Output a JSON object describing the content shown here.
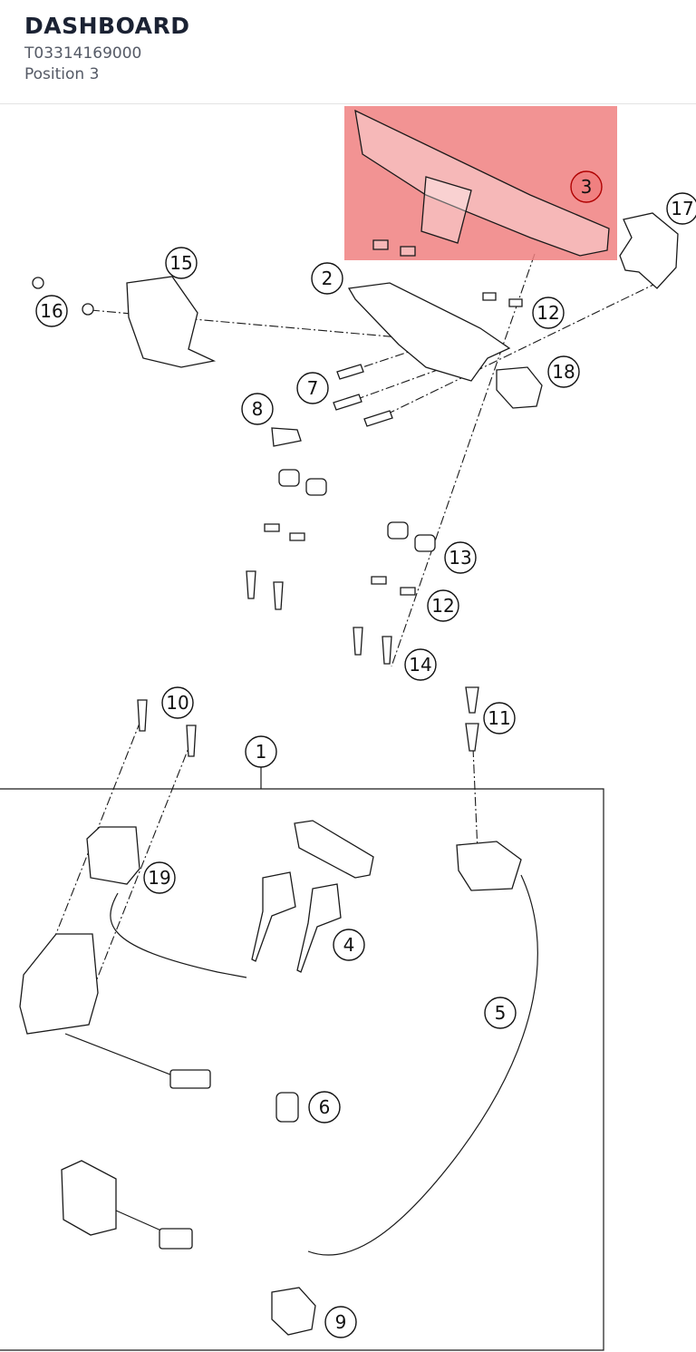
{
  "header": {
    "title": "DASHBOARD",
    "part_number": "T03314169000",
    "position": "Position 3"
  },
  "diagram": {
    "highlight_color": "#f08080",
    "callouts": [
      "1",
      "2",
      "3",
      "4",
      "5",
      "6",
      "7",
      "8",
      "9",
      "10",
      "11",
      "12",
      "12",
      "13",
      "14",
      "15",
      "16",
      "17",
      "18",
      "19"
    ]
  }
}
